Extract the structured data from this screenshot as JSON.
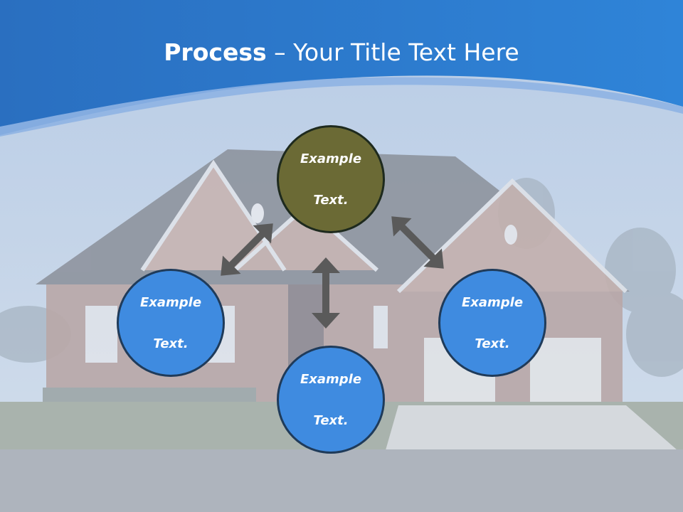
{
  "title": {
    "bold": "Process",
    "rest": " – Your Title Text Here"
  },
  "nodes": {
    "top": {
      "line1": "Example",
      "line2": "Text."
    },
    "left": {
      "line1": "Example",
      "line2": "Text."
    },
    "right": {
      "line1": "Example",
      "line2": "Text."
    },
    "bottom": {
      "line1": "Example",
      "line2": "Text."
    }
  },
  "colors": {
    "header_blue": "#2d7ad0",
    "node_blue": "#3f8be0",
    "node_olive": "#6b6a35",
    "arrow_gray": "#5a5a5a"
  }
}
